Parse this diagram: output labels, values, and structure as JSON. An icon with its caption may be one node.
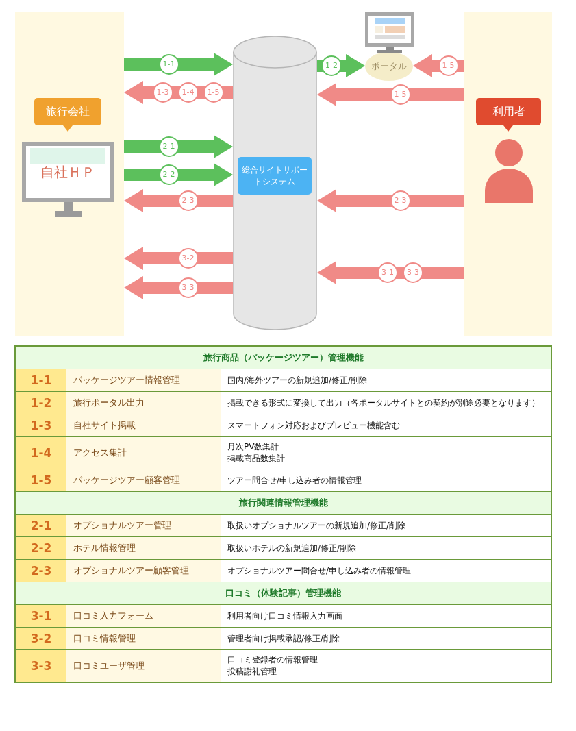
{
  "diagram": {
    "nodes": [
      {
        "text": [],
        "shape": "box"
      },
      {
        "text": [
          "旅行会社"
        ],
        "in": 0
      },
      {
        "text": [
          "自社ＨＰ"
        ],
        "in": 0
      },
      {
        "text": [],
        "shape": "cylinder"
      },
      {
        "text": [
          "総合サイトサポートシステム"
        ],
        "in": 3
      },
      {
        "text": [
          "ポータル"
        ]
      },
      {
        "text": [],
        "shape": "box"
      },
      {
        "text": [
          "利用者"
        ],
        "in": 6
      }
    ],
    "edges": [
      {
        "from": 0,
        "to": 3,
        "arrow": "to",
        "label": "1-1",
        "color": "#5cc05c"
      },
      {
        "from": 3,
        "to": 5,
        "arrow": "to",
        "label": "1-2",
        "color": "#5cc05c"
      },
      {
        "from": 6,
        "to": 5,
        "arrow": "to",
        "label": "1-5"
      },
      {
        "from": 3,
        "to": 0,
        "arrow": "to",
        "label": "1-3 1-4 1-5"
      },
      {
        "from": 6,
        "to": 3,
        "arrow": "to",
        "label": "1-5"
      },
      {
        "from": 0,
        "to": 3,
        "arrow": "to",
        "label": "2-1",
        "color": "#5cc05c"
      },
      {
        "from": 0,
        "to": 3,
        "arrow": "to",
        "label": "2-2",
        "color": "#5cc05c"
      },
      {
        "from": 3,
        "to": 0,
        "arrow": "to",
        "label": "2-3"
      },
      {
        "from": 6,
        "to": 3,
        "arrow": "to",
        "label": "2-3"
      },
      {
        "from": 3,
        "to": 0,
        "arrow": "to",
        "label": "3-2"
      },
      {
        "from": 3,
        "to": 0,
        "arrow": "to",
        "label": "3-3"
      },
      {
        "from": 6,
        "to": 3,
        "arrow": "to",
        "label": "3-1 3-3"
      }
    ],
    "labels": [
      "旅行商品（パッケージツアー）管理機能",
      "1-1",
      "パッケージツアー情報管理",
      "国内/海外ツアーの新規追加/修正/削除",
      "1-2",
      "旅行ポータル出力",
      "掲載できる形式に変換して出力（各ポータルサイトとの契約が別途必要となります）",
      "1-3",
      "自社サイト掲載",
      "スマートフォン対応およびプレビュー機能含む",
      "1-4",
      "アクセス集計",
      "月次PV数集計",
      "掲載商品数集計",
      "1-5",
      "パッケージツアー顧客管理",
      "ツアー問合せ/申し込み者の情報管理",
      "旅行関連情報管理機能",
      "2-1",
      "オプショナルツアー管理",
      "取扱いオプショナルツアーの新規追加/修正/削除",
      "2-2",
      "ホテル情報管理",
      "取扱いホテルの新規追加/修正/削除",
      "2-3",
      "オプショナルツアー顧客管理",
      "オプショナルツアー問合せ/申し込み者の情報管理",
      "口コミ（体験記事）管理機能",
      "3-1",
      "口コミ入力フォーム",
      "利用者向け口コミ情報入力画面",
      "3-2",
      "口コミ情報管理",
      "管理者向け掲載承認/修正/削除",
      "3-3",
      "口コミユーザ管理",
      "口コミ登録者の情報管理",
      "投稿謝礼管理"
    ]
  }
}
